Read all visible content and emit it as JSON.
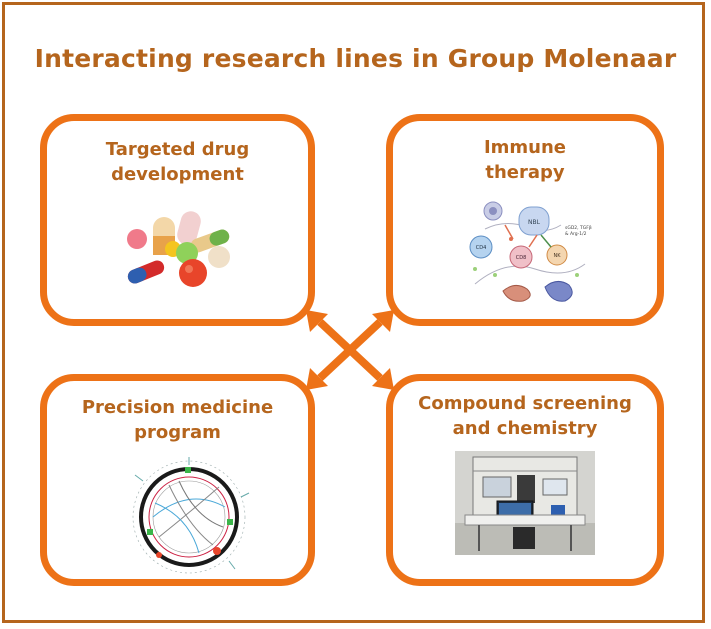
{
  "title": "Interacting research lines in Group Molenaar",
  "boxes": {
    "top_left": {
      "line1": "Targeted drug",
      "line2": "development",
      "image": "pills-icon"
    },
    "top_right": {
      "line1": "Immune",
      "line2": "therapy",
      "image": "immune-cells-illustration",
      "labels": {
        "nbl": "NBL",
        "cd4": "CD4",
        "cd8": "CD8",
        "nk": "NK",
        "note1": "sGD2, TGFβ",
        "note2": "& Arg-1/2"
      }
    },
    "bottom_left": {
      "line1": "Precision medicine",
      "line2": "program",
      "image": "circos-plot"
    },
    "bottom_right": {
      "line1": "Compound screening",
      "line2": "and chemistry",
      "image": "lab-robot-photo"
    }
  },
  "colors": {
    "accent": "#ed7217",
    "text": "#b5651d",
    "frame": "#b5651d"
  },
  "connector": "double-headed-cross-arrows"
}
